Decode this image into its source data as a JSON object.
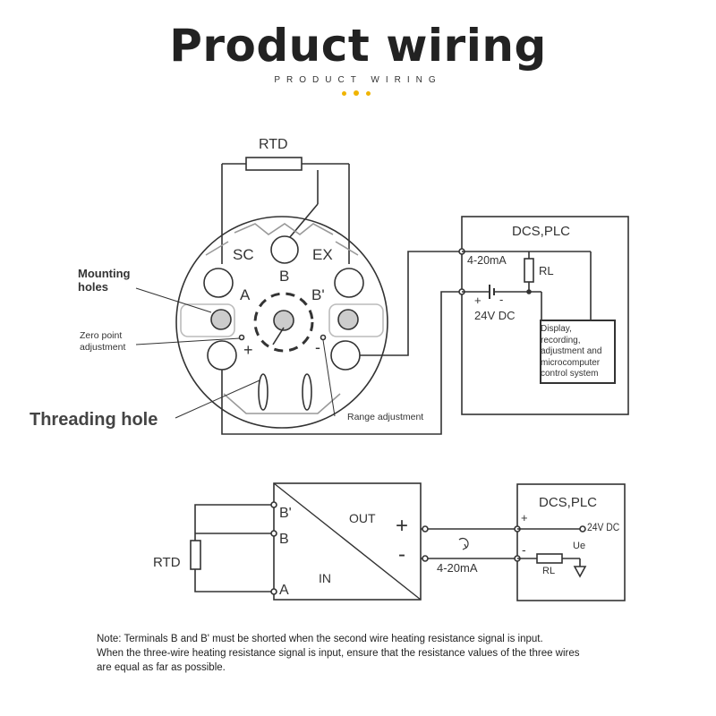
{
  "header": {
    "title": "Product wiring",
    "subtitle": "PRODUCT WIRING",
    "accent_color": "#f0b400"
  },
  "top_diagram": {
    "rtd_label": "RTD",
    "terminals": {
      "sc": "SC",
      "b": "B",
      "ex": "EX",
      "a": "A",
      "b_prime": "B'",
      "plus": "+",
      "minus": "-"
    },
    "callouts": {
      "mounting_holes_line1": "Mounting",
      "mounting_holes_line2": "holes",
      "zero_point_line1": "Zero point",
      "zero_point_line2": "adjustment",
      "threading_hole": "Threading hole",
      "range_adjustment": "Range adjustment"
    },
    "dcs_box": {
      "title": "DCS,PLC",
      "current": "4-20mA",
      "resistor": "RL",
      "supply_polarity_plus": "+",
      "supply_polarity_minus": "-",
      "supply": "24V DC",
      "display_line1": "Display,",
      "display_line2": "recording,",
      "display_line3": "adjustment and",
      "display_line4": "microcomputer",
      "display_line5": "control system"
    }
  },
  "bottom_diagram": {
    "rtd_label": "RTD",
    "terminal_b_prime": "B'",
    "terminal_b": "B",
    "terminal_a": "A",
    "out_label": "OUT",
    "in_label": "IN",
    "plus": "+",
    "minus": "-",
    "current": "4-20mA",
    "dcs_title": "DCS,PLC",
    "dcs_plus": "+",
    "dcs_minus": "-",
    "supply": "24V DC",
    "ue": "Ue",
    "rl": "RL"
  },
  "note": {
    "line1": "Note: Terminals B and B' must be shorted when the second wire heating resistance signal is input.",
    "line2": "When the three-wire heating resistance signal is input, ensure that the resistance values of the three wires",
    "line3": "are equal as far as possible."
  }
}
